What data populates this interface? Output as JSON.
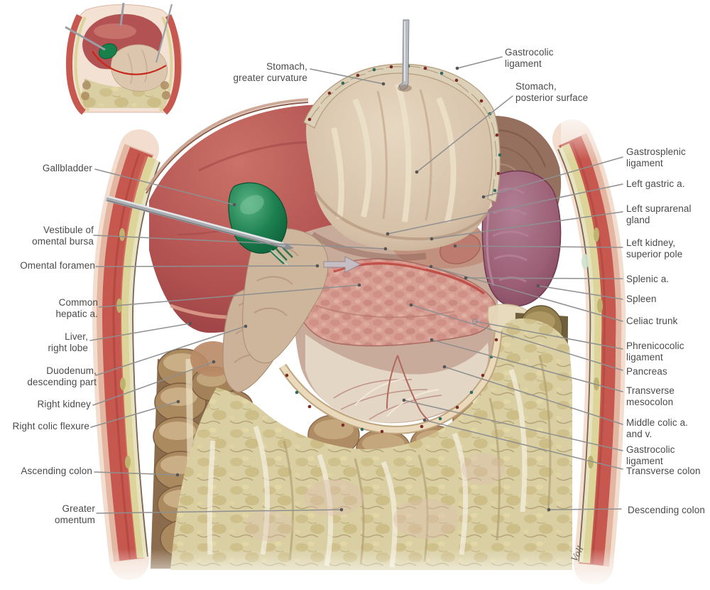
{
  "figure": {
    "type": "anatomical-plate",
    "subject": "Omental bursa opened, stomach reflected superiorly",
    "signature": "Voll"
  },
  "colors": {
    "label_text": "#4a4a4a",
    "leader_line": "#8f8f8f",
    "body_wall_muscle": "#c6584f",
    "fat_layer": "#ddd49a",
    "liver": "#b0504f",
    "gallbladder": "#17804b",
    "stomach": "#d5bfa7",
    "spleen": "#9c5f75",
    "pancreas": "#d79e93",
    "omentum": "#d9cfa3",
    "colon": "#ab8a60",
    "cut_line_red": "#c8281c"
  },
  "labels": {
    "stomach_greater_curvature": "Stomach,\ngreater curvature",
    "gastrocolic_ligament_top": "Gastrocolic\nligament",
    "stomach_posterior_surface": "Stomach,\nposterior surface",
    "gallbladder": "Gallbladder",
    "vestibule_of_omental_bursa": "Vestibule of\nomental bursa",
    "omental_foramen": "Omental foramen",
    "common_hepatic_a": "Common\nhepatic a.",
    "liver_right_lobe": "Liver,\nright lobe",
    "duodenum_descending_part": "Duodenum,\ndescending part",
    "right_kidney": "Right kidney",
    "right_colic_flexure": "Right colic flexure",
    "ascending_colon": "Ascending colon",
    "greater_omentum": "Greater\nomentum",
    "gastrosplenic_ligament": "Gastrosplenic\nligament",
    "left_gastric_a": "Left gastric a.",
    "left_suprarenal_gland": "Left suprarenal\ngland",
    "left_kidney_superior_pole": "Left kidney,\nsuperior pole",
    "splenic_a": "Splenic a.",
    "spleen": "Spleen",
    "celiac_trunk": "Celiac trunk",
    "phrenicocolic_ligament": "Phrenicocolic\nligament",
    "pancreas": "Pancreas",
    "transverse_mesocolon": "Transverse\nmesocolon",
    "middle_colic_a_and_v": "Middle colic a.\nand v.",
    "gastrocolic_ligament_lower": "Gastrocolic\nligament",
    "transverse_colon": "Transverse colon",
    "descending_colon": "Descending colon"
  }
}
